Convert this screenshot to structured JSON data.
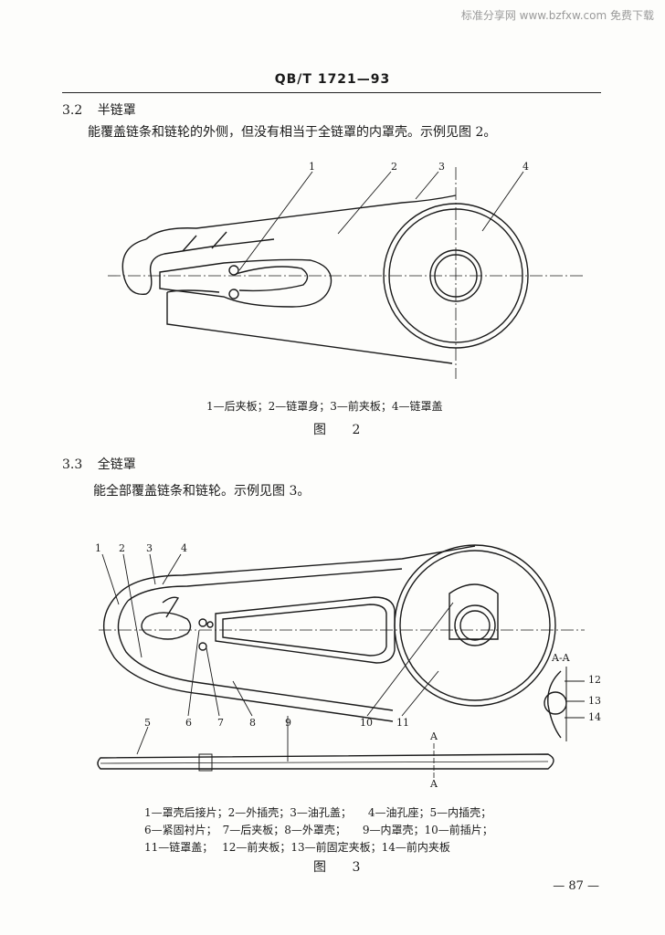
{
  "watermark": "标准分享网 www.bzfxw.com 免费下载",
  "standard_number": "QB/T 1721—93",
  "sections": [
    {
      "number": "3.2",
      "title": "半链罩",
      "text": "能覆盖链条和链轮的外侧，但没有相当于全链罩的内罩壳。示例见图 2。"
    },
    {
      "number": "3.3",
      "title": "全链罩",
      "text": "能全部覆盖链条和链轮。示例见图 3。"
    }
  ],
  "figure2": {
    "callouts": [
      "1",
      "2",
      "3",
      "4"
    ],
    "legend": "1—后夹板；2—链罩身；3—前夹板；4—链罩盖",
    "caption": "图 2"
  },
  "figure3": {
    "callouts": [
      "1",
      "2",
      "3",
      "4",
      "5",
      "6",
      "7",
      "8",
      "9",
      "10",
      "11",
      "12",
      "13",
      "14"
    ],
    "section_label": "A-A",
    "section_marks": [
      "A",
      "A"
    ],
    "legend_lines": [
      "1—罩壳后接片；2—外插壳；3—油孔盖；　　4—油孔座；5—内插壳；",
      "6—紧固衬片；　7—后夹板；8—外罩壳；　　9—内罩壳；10—前插片；",
      "11—链罩盖；　 12—前夹板；13—前固定夹板；14—前内夹板"
    ],
    "caption": "图 3"
  },
  "page_number": "— 87 —"
}
